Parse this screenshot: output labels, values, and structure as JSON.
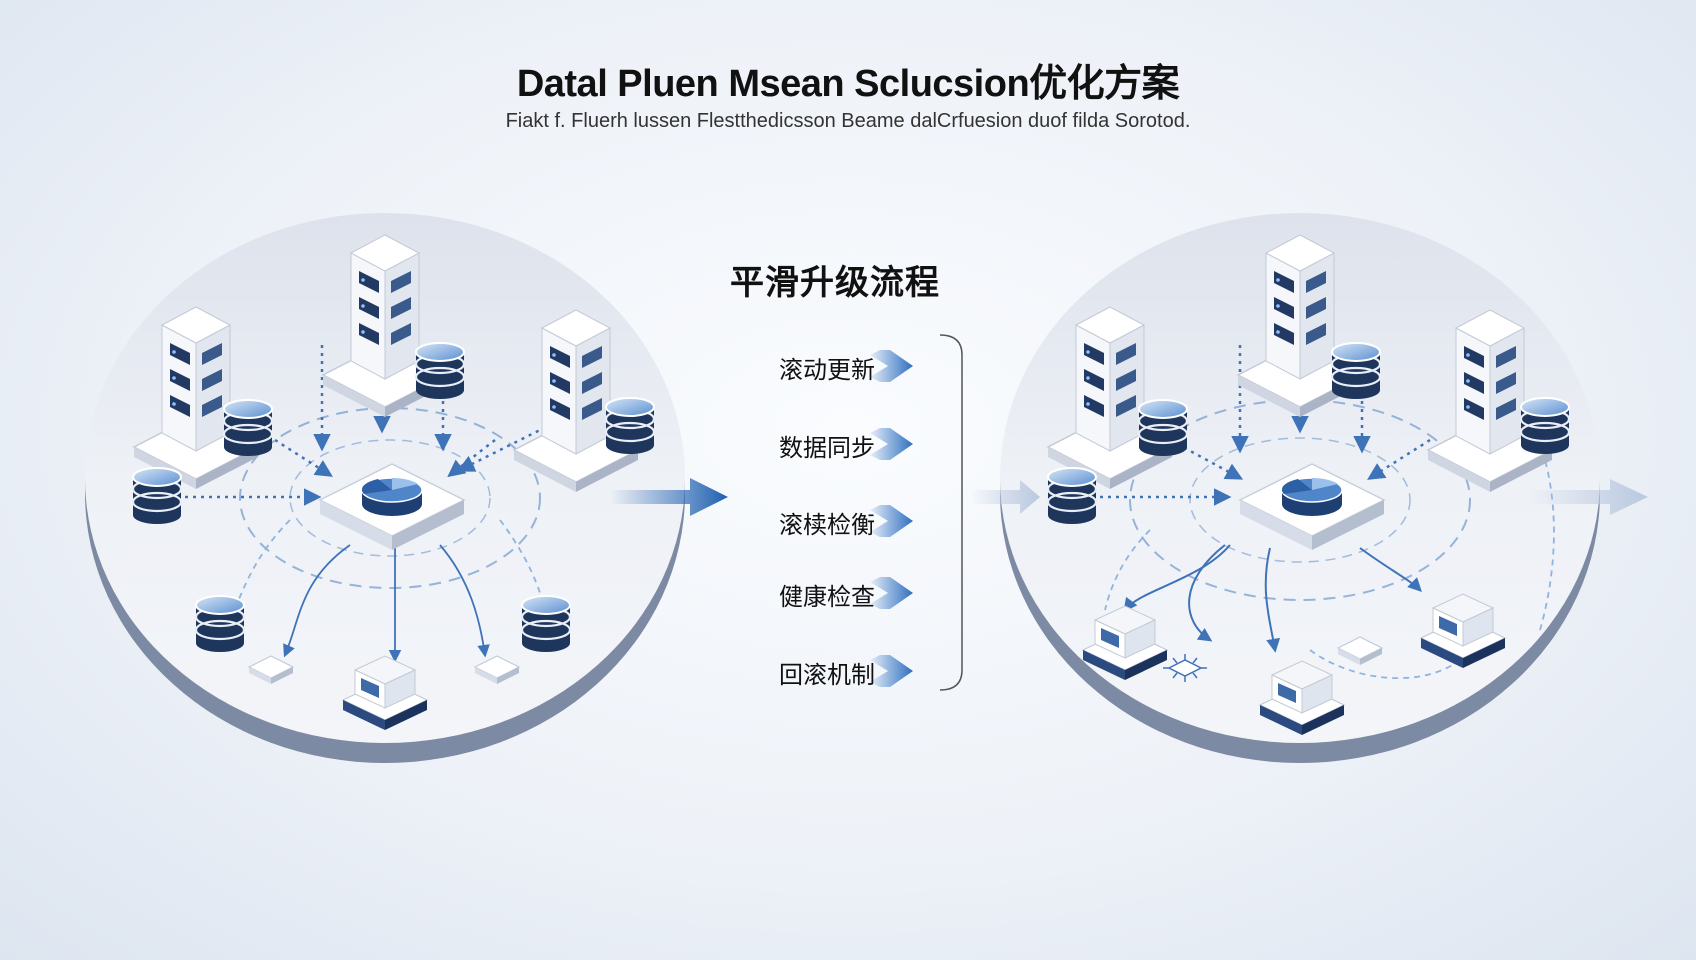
{
  "header": {
    "title": "Datal Pluen Msean Sclucsion优化方案",
    "subtitle": "Fiakt f. Fluerh lussen Flestthedicsson Beame dalCrfuesion duof filda Sorotod."
  },
  "steps": {
    "title": "平滑升级流程",
    "items": [
      {
        "label": "滚动更新"
      },
      {
        "label": "数据同步"
      },
      {
        "label": "滚椟检衡"
      },
      {
        "label": "健康检查"
      },
      {
        "label": "回滚机制"
      }
    ]
  },
  "colors": {
    "accent": "#1f5fb0",
    "accent_light": "#8fb4e0",
    "platform": "#e6eaf1",
    "platform_edge": "#7d8aa3",
    "server_dark": "#223a63"
  },
  "icons": [
    "server-rack-icon",
    "database-icon",
    "hub-node-icon",
    "device-icon",
    "chip-icon",
    "arrow-right-icon"
  ]
}
